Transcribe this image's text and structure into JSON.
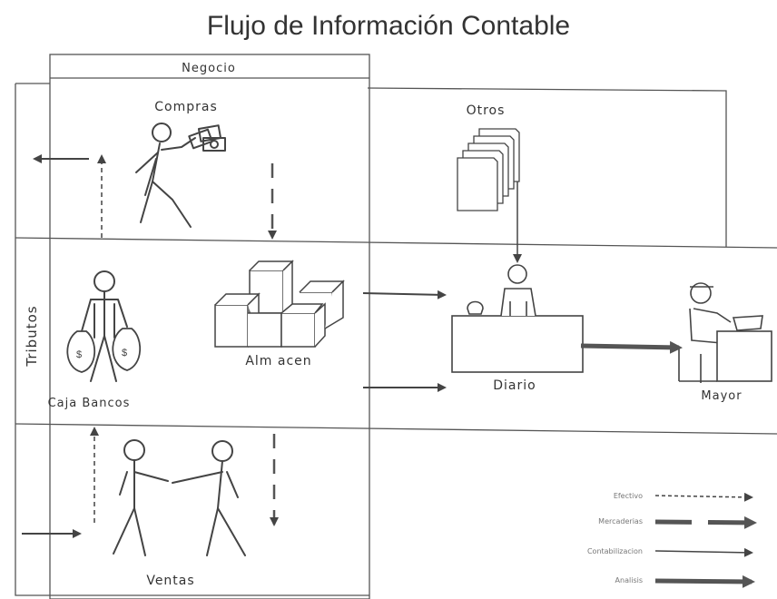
{
  "title": "Flujo de Información Contable",
  "labels": {
    "negocio": "Negocio",
    "tributos": "Tributos",
    "compras": "Compras",
    "otros": "Otros",
    "almacen": "Alm acen",
    "caja_bancos": "Caja  Bancos",
    "diario": "Diario",
    "mayor": "Mayor",
    "ventas": "Ventas"
  },
  "legend": [
    {
      "label": "Efectivo",
      "style": "dashed"
    },
    {
      "label": "Mercaderias",
      "style": "thick-dashed"
    },
    {
      "label": "Contabilizacion",
      "style": "thin"
    },
    {
      "label": "Analisis",
      "style": "thick"
    }
  ],
  "colors": {
    "line": "#444444",
    "thick": "#555555",
    "text": "#333333"
  }
}
